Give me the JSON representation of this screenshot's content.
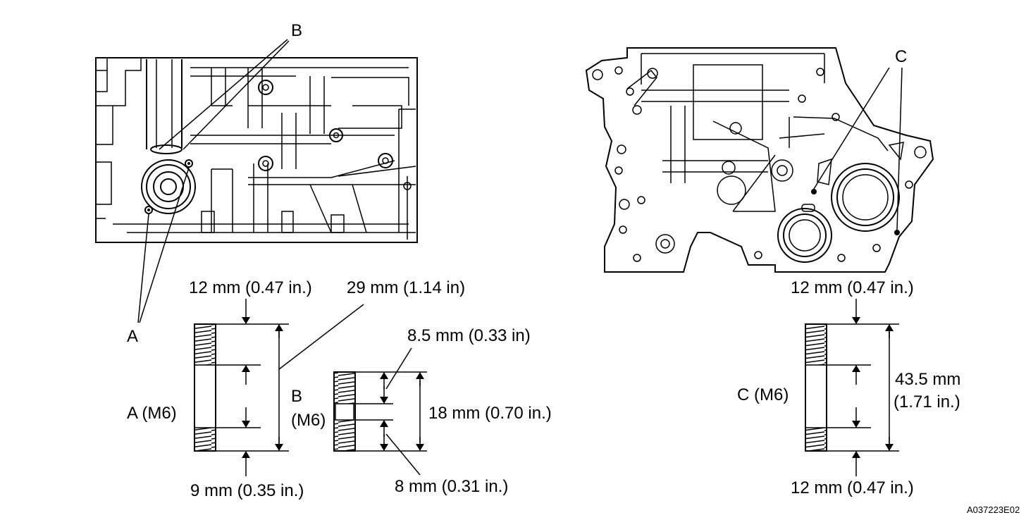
{
  "callouts": {
    "a": "A",
    "b": "B",
    "c": "C"
  },
  "stud_a": {
    "name": "A (M6)",
    "top_dim": "12 mm (0.47 in.)",
    "overall_dim": "29 mm (1.14 in)",
    "bottom_dim": "9 mm (0.35 in.)"
  },
  "stud_b": {
    "name_line1": "B",
    "name_line2": "(M6)",
    "top_dim": "8.5 mm (0.33 in)",
    "overall_dim": "18 mm (0.70 in.)",
    "bottom_dim": "8 mm (0.31 in.)"
  },
  "stud_c": {
    "name": "C (M6)",
    "top_dim": "12 mm (0.47 in.)",
    "overall_dim_line1": "43.5 mm",
    "overall_dim_line2": "(1.71 in.)",
    "bottom_dim": "12 mm (0.47 in.)"
  },
  "figure_code": "A037223E02"
}
